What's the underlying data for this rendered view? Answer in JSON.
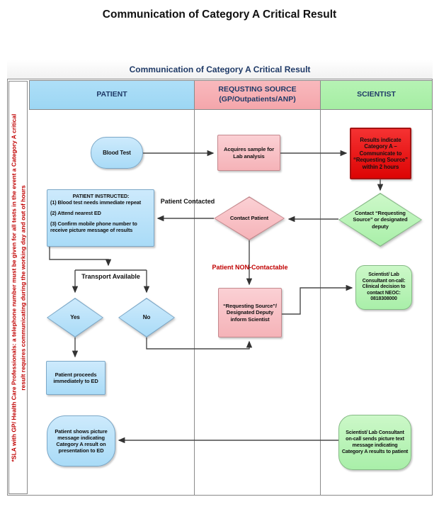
{
  "page_title": "Communication of Category A Critical Result",
  "colors": {
    "navy": "#1f3a67",
    "line": "#4a4a4a",
    "border-gray": "#8a8a8a",
    "red-text": "#c00000",
    "red-box": "#ee1515",
    "red-box-border": "#a51212",
    "header-blue": "#aedff8",
    "header-pink": "#f9b9bd",
    "header-green": "#b6f3b4",
    "blue-fill": "#cdeafc",
    "pink-fill": "#fbd0d4",
    "green-fill": "#ccf8c8"
  },
  "diagram": {
    "band_title": "Communication of Category A Critical Result",
    "sidebar": {
      "line1": "*SLA with GP/ Health Care Professionals: a telephone number must be given for all tests in the event a Category A critical",
      "line2": "result requires communicating during the working day and out of hours"
    },
    "columns": {
      "patient": "PATIENT",
      "requesting_line1": "REQUSTING SOURCE",
      "requesting_line2": "(GP/Outpatients/ANP)",
      "scientist": "SCIENTIST"
    },
    "nodes": {
      "blood_test": "Blood Test",
      "acquires_sample": "Acquires sample for Lab analysis",
      "results_indicate": "Results indicate Category A – Communicate to “Requesting Source” within 2 hours",
      "contact_requesting_source": "Contact “Requesting Source” or designated deputy",
      "contact_patient": "Contact Patient",
      "patient_instructed_title": "PATIENT INSTRUCTED:",
      "patient_instructed_1": "(1) Blood test needs immediate repeat",
      "patient_instructed_2": "(2) Attend nearest ED",
      "patient_instructed_3": "(3) Confirm mobile phone number to receive picture message of results",
      "yes": "Yes",
      "no": "No",
      "patient_proceeds": "Patient proceeds immediately to ED",
      "requesting_deputy": "“Requesting Source”/ Designated Deputy inform Scientist",
      "oncall_text": "Scientist/ Lab Consultant on-call: Clinical decision to contact NEOC:",
      "oncall_phone": "0818308000",
      "patient_shows": "Patient shows picture message indicating Category A result on presentation to ED",
      "scientist_sends": "Scientist/ Lab Consultant on-call sends picture text message indicating Category A results to patient"
    },
    "labels": {
      "patient_contacted": "Patient Contacted",
      "patient_non_contactable": "Patient NON-Contactable",
      "transport_available": "Transport Available"
    }
  }
}
